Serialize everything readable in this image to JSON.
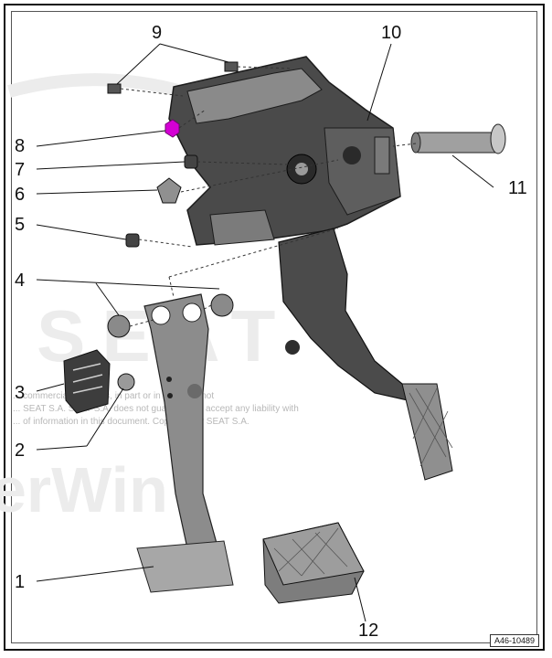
{
  "diagram": {
    "reference_code": "A46-10489",
    "callouts": [
      {
        "id": "1",
        "label": "1"
      },
      {
        "id": "2",
        "label": "2"
      },
      {
        "id": "3",
        "label": "3"
      },
      {
        "id": "4",
        "label": "4"
      },
      {
        "id": "5",
        "label": "5"
      },
      {
        "id": "6",
        "label": "6"
      },
      {
        "id": "7",
        "label": "7"
      },
      {
        "id": "8",
        "label": "8"
      },
      {
        "id": "9",
        "label": "9"
      },
      {
        "id": "10",
        "label": "10"
      },
      {
        "id": "11",
        "label": "11"
      },
      {
        "id": "12",
        "label": "12"
      }
    ]
  },
  "watermark": {
    "line1": "... commercial purposes, in part or in whole, is not",
    "line2": "... SEAT S.A. SEAT S.A. does not guarantee or accept any liability with",
    "line3": "... of information in this document. Copyright by SEAT S.A."
  },
  "colors": {
    "part_dark": "#3a3a3a",
    "part_mid": "#6e6e6e",
    "part_light": "#b9b9b9",
    "nut_highlight": "#d400d4",
    "watermark": "#d9d9d9"
  }
}
